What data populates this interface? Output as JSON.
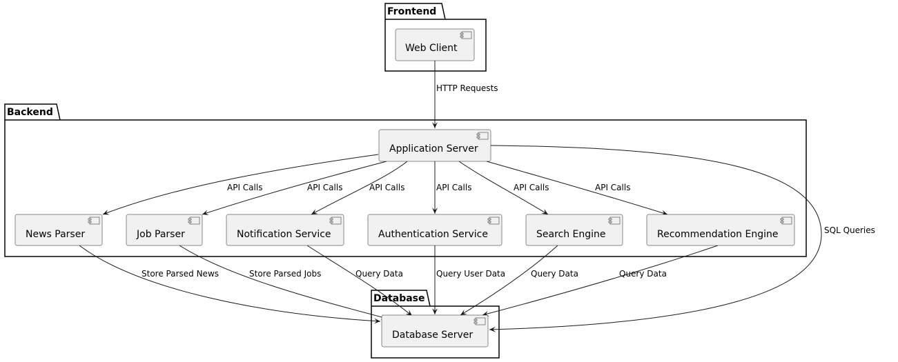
{
  "packages": {
    "frontend": {
      "title": "Frontend"
    },
    "backend": {
      "title": "Backend"
    },
    "database": {
      "title": "Database"
    }
  },
  "components": {
    "web_client": "Web Client",
    "application_server": "Application Server",
    "news_parser": "News Parser",
    "job_parser": "Job Parser",
    "notification_service": "Notification Service",
    "authentication_service": "Authentication Service",
    "search_engine": "Search Engine",
    "recommendation_engine": "Recommendation Engine",
    "database_server": "Database Server"
  },
  "edges": {
    "http_requests": "HTTP Requests",
    "api_calls_news": "API Calls",
    "api_calls_job": "API Calls",
    "api_calls_notification": "API Calls",
    "api_calls_auth": "API Calls",
    "api_calls_search": "API Calls",
    "api_calls_recommendation": "API Calls",
    "sql_queries": "SQL Queries",
    "store_parsed_news": "Store Parsed News",
    "store_parsed_jobs": "Store Parsed Jobs",
    "query_data_notification": "Query Data",
    "query_user_data": "Query User Data",
    "query_data_search": "Query Data",
    "query_data_recommendation": "Query Data"
  },
  "colors": {
    "component_fill": "#f1f1f1",
    "stroke": "#181818"
  },
  "icons": [
    "component-icon"
  ]
}
